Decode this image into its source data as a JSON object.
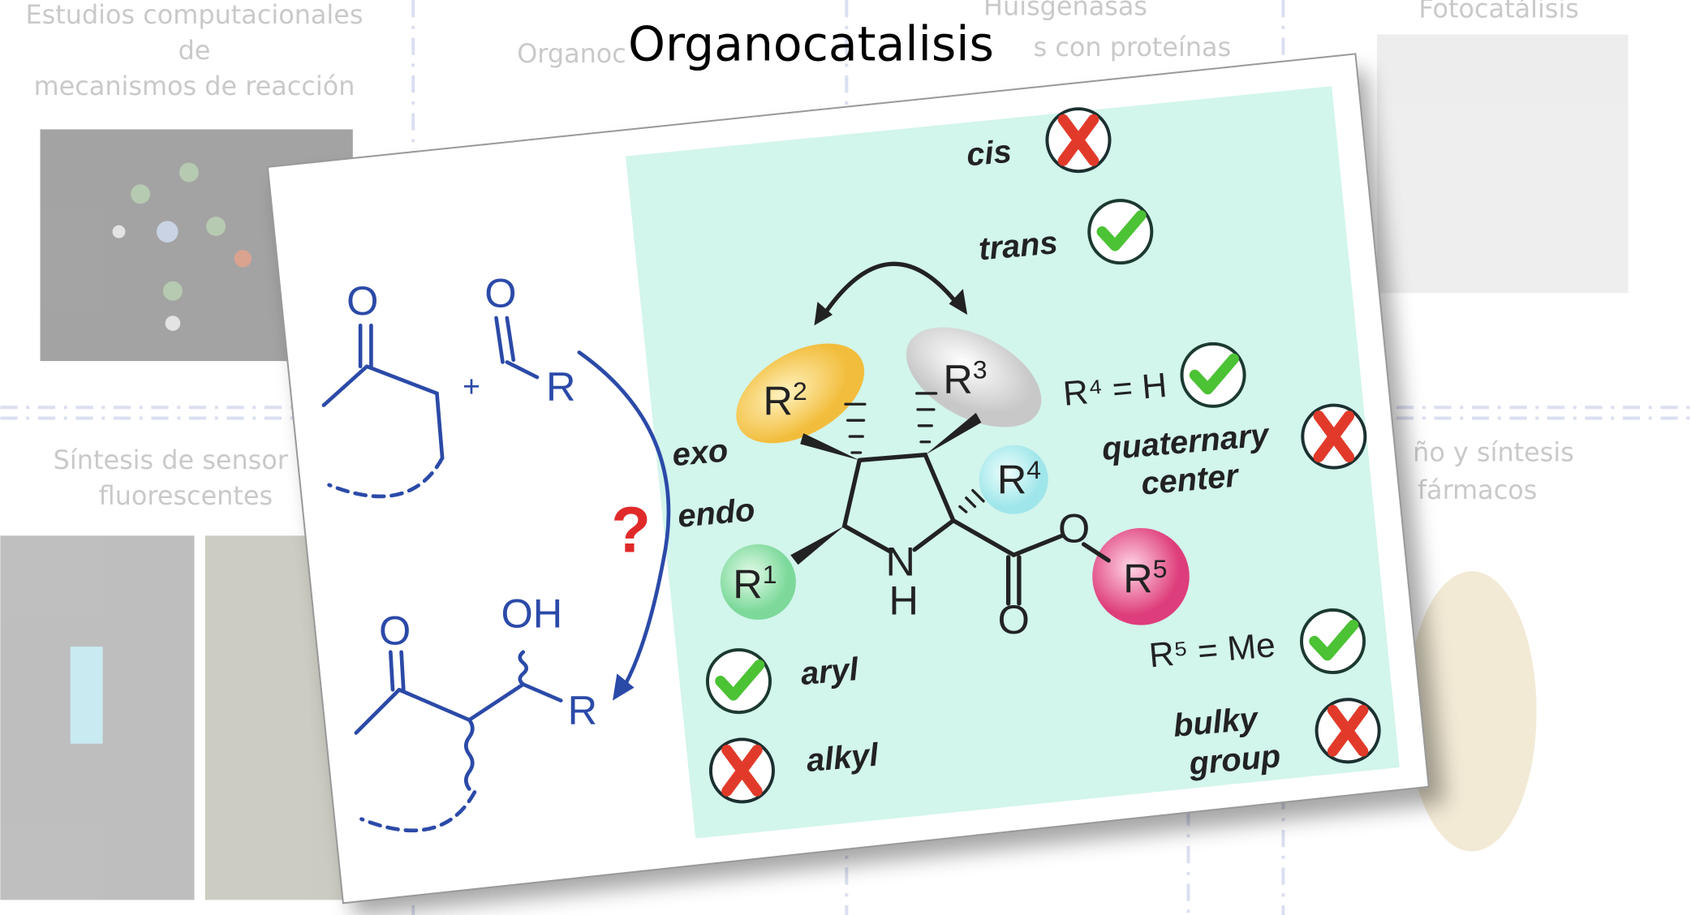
{
  "slide_title": "Organocatalisis",
  "background": {
    "topics": [
      {
        "lines": [
          "Estudios computacionales",
          "de",
          "mecanismos de reacción"
        ]
      },
      {
        "lines": [
          "Organoc"
        ]
      },
      {
        "lines": [
          "Huisgenasas",
          "s con proteínas"
        ]
      },
      {
        "lines": [
          "Fotocatálisis"
        ]
      },
      {
        "lines": [
          "Síntesis de sensor",
          "fluorescentes"
        ]
      },
      {
        "lines": [
          "ño y síntesis",
          "fármacos"
        ]
      }
    ]
  },
  "scheme": {
    "reactant_ketone_O": "O",
    "plus": "+",
    "aldehyde_O": "O",
    "aldehyde_R": "R",
    "question": "?",
    "product_O": "O",
    "product_OH": "OH",
    "product_R": "R"
  },
  "catalyst": {
    "R1": "R",
    "R1_sup": "1",
    "R2": "R",
    "R2_sup": "2",
    "R3": "R",
    "R3_sup": "3",
    "R4": "R",
    "R4_sup": "4",
    "R5": "R",
    "R5_sup": "5",
    "N": "N",
    "H": "H",
    "O_ester": "O",
    "O_carbonyl": "O",
    "exo": "exo",
    "endo": "endo",
    "cis": "cis",
    "trans": "trans",
    "r4_rule": "R⁴ = H",
    "quaternary_1": "quaternary",
    "quaternary_2": "center",
    "aryl": "aryl",
    "alkyl": "alkyl",
    "r5_rule": "R⁵ = Me",
    "bulky_1": "bulky",
    "bulky_2": "group"
  },
  "colors": {
    "teal": "#d2f5ec",
    "blue": "#2b4aa8",
    "check": "#4cc235",
    "cross": "#e23a2a"
  }
}
